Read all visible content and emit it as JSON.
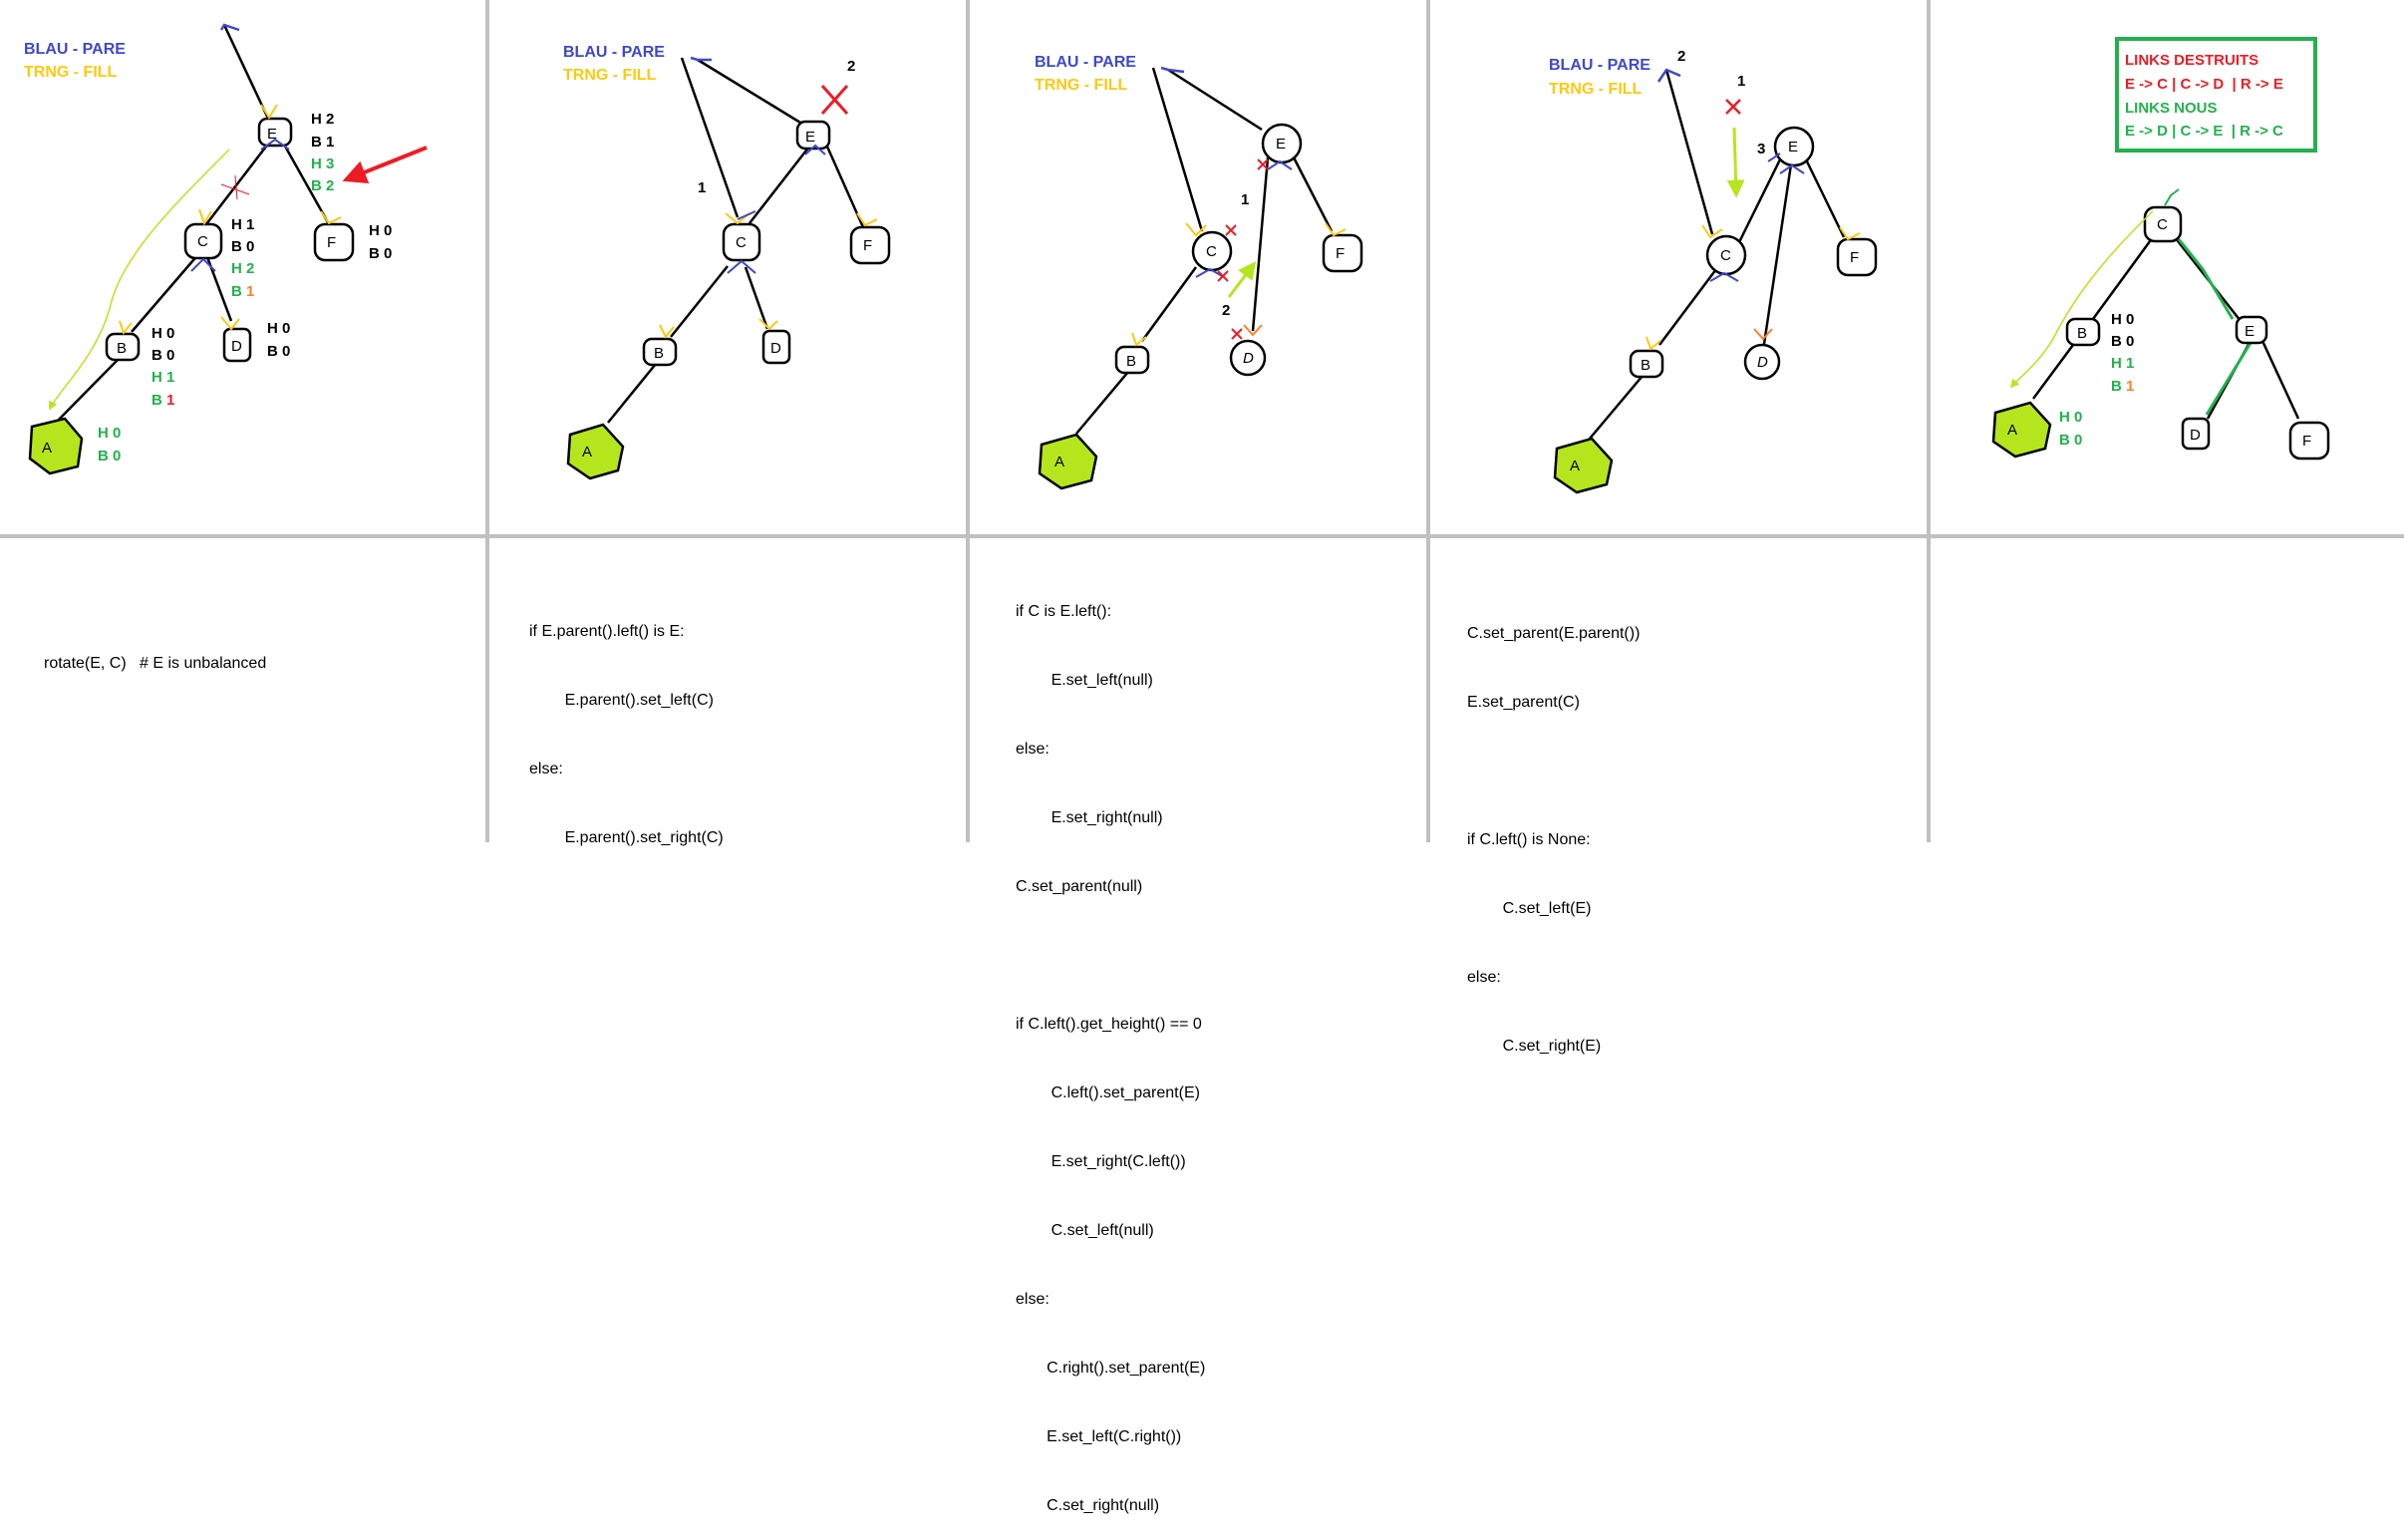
{
  "colors": {
    "blue": "#3f48cc",
    "orange_yellow": "#ffc90e",
    "green": "#22b14c",
    "red": "#ed1c24",
    "orange": "#ff7f27",
    "lime": "#b5e61d",
    "black": "#000000"
  },
  "legend": {
    "blau": "BLAU - PARE",
    "trng": "TRNG - FILL"
  },
  "nodes": {
    "A": "A",
    "B": "B",
    "C": "C",
    "D": "D",
    "E": "E",
    "F": "F"
  },
  "panel1": {
    "stats": {
      "E_h": "H 2",
      "E_b": "B 1",
      "E_h2": "H 3",
      "E_b2": "B 2",
      "C_h": "H 1",
      "C_b": "B 0",
      "C_h2": "H 2",
      "C_b2_prefix": "B",
      "C_b2_val": "1",
      "B_h": "H 0",
      "B_b": "B 0",
      "B_h2": "H 1",
      "B_b2_prefix": "B",
      "B_b2_val": "1",
      "D_h": "H 0",
      "D_b": "B 0",
      "F_h": "H 0",
      "F_b": "B 0",
      "A_h": "H 0",
      "A_b": "B 0"
    }
  },
  "panel2": {
    "step1": "1",
    "step2": "2"
  },
  "panel3": {
    "step1": "1",
    "step2": "2"
  },
  "panel4": {
    "step1": "1",
    "step2": "2",
    "step3": "3"
  },
  "panel5": {
    "box_title_red": "LINKS DESTRUITS",
    "box_red_line": "E -> C | C -> D  | R -> E",
    "box_title_green": "LINKS NOUS",
    "box_green_line": "E -> D | C -> E  | R -> C",
    "stats": {
      "B_h": "H 0",
      "B_b": "B 0",
      "B_h2": "H 1",
      "B_b2_prefix": "B",
      "B_b2_val": "1",
      "A_h": "H 0",
      "A_b": "B 0"
    }
  },
  "code": {
    "block1": [
      "rotate(E, C)   # E is unbalanced"
    ],
    "block2": [
      "if E.parent().left() is E:",
      "        E.parent().set_left(C)",
      "else:",
      "        E.parent().set_right(C)"
    ],
    "block3": [
      "if C is E.left():",
      "        E.set_left(null)",
      "else:",
      "        E.set_right(null)",
      "C.set_parent(null)",
      "",
      "if C.left().get_height() == 0",
      "        C.left().set_parent(E)",
      "        E.set_right(C.left())",
      "        C.set_left(null)",
      "else:",
      "       C.right().set_parent(E)",
      "       E.set_left(C.right())",
      "       C.set_right(null)"
    ],
    "block4": [
      "C.set_parent(E.parent())",
      "E.set_parent(C)",
      "",
      "if C.left() is None:",
      "        C.set_left(E)",
      "else:",
      "        C.set_right(E)"
    ]
  }
}
